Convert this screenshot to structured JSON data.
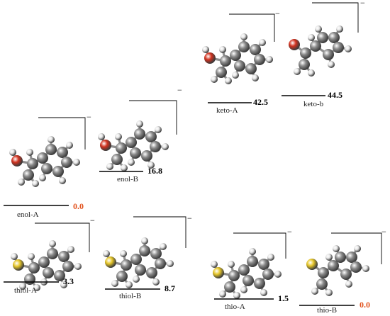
{
  "charge_symbol": "−",
  "atom_colors": {
    "C": "#8a8a8a",
    "H": "#e6e6e6",
    "O": "#d2321f",
    "S": "#e6c628"
  },
  "highlight_color": "#e2541f",
  "species": [
    {
      "id": "enol-A",
      "label": "enol-A",
      "energy": "0.0",
      "heteroatom": "O",
      "heteroatom_label": "O",
      "ring": "chair",
      "highlight": true
    },
    {
      "id": "enol-B",
      "label": "enol-B",
      "energy": "16.8",
      "heteroatom": "O",
      "heteroatom_label": "O",
      "ring": "chair",
      "highlight": false
    },
    {
      "id": "keto-A",
      "label": "keto-A",
      "energy": "42.5",
      "heteroatom": "O",
      "heteroatom_label": "O",
      "ring": "chair",
      "highlight": false
    },
    {
      "id": "keto-b",
      "label": "keto-b",
      "energy": "44.5",
      "heteroatom": "O",
      "heteroatom_label": "O",
      "ring": "five",
      "highlight": false
    },
    {
      "id": "thiol-A",
      "label": "thiol-A",
      "energy": "3.3",
      "heteroatom": "S",
      "heteroatom_label": "S",
      "ring": "chair",
      "highlight": false
    },
    {
      "id": "thiol-B",
      "label": "thiol-B",
      "energy": "8.7",
      "heteroatom": "S",
      "heteroatom_label": "S",
      "ring": "chair",
      "highlight": false
    },
    {
      "id": "thio-A",
      "label": "thio-A",
      "energy": "1.5",
      "heteroatom": "S",
      "heteroatom_label": "S",
      "ring": "chair",
      "highlight": false
    },
    {
      "id": "thio-B",
      "label": "thio-B",
      "energy": "0.0",
      "heteroatom": "S",
      "heteroatom_label": "S",
      "ring": "five",
      "highlight": true
    }
  ]
}
